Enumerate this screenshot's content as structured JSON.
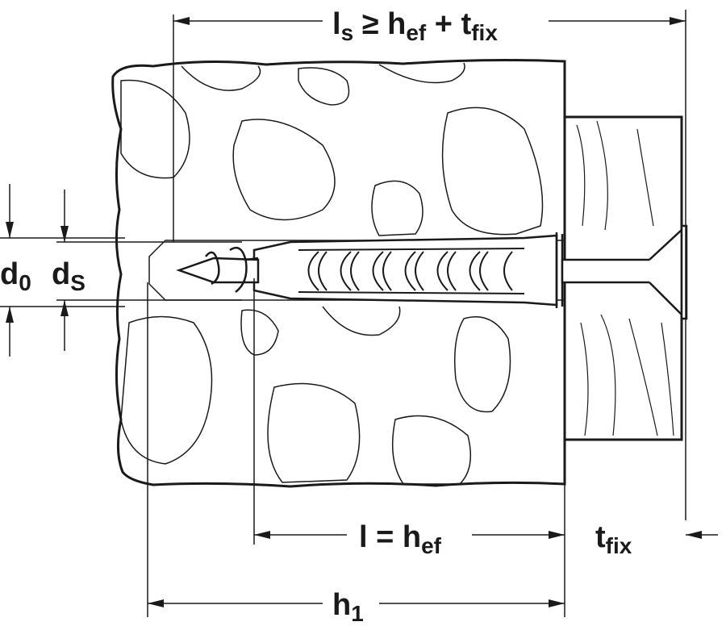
{
  "diagram": {
    "title": "Plastic wall plug installation dimensions",
    "labels": {
      "total_length": {
        "l": "l",
        "l_sub": "s",
        "op": " ≥ ",
        "h": "h",
        "h_sub": "ef",
        "plus": " + ",
        "t": "t",
        "t_sub": "fix"
      },
      "anchor_length": {
        "l": "l",
        "eq": " = ",
        "h": "h",
        "h_sub": "ef"
      },
      "fixture_thickness": {
        "t": "t",
        "t_sub": "fix"
      },
      "drill_depth": {
        "h": "h",
        "h_sub": "1"
      },
      "drill_diameter": {
        "d": "d",
        "d_sub": "0"
      },
      "screw_diameter": {
        "d": "d",
        "d_sub": "S"
      }
    },
    "colors": {
      "line": "#1a1a1a",
      "background": "#ffffff"
    }
  }
}
